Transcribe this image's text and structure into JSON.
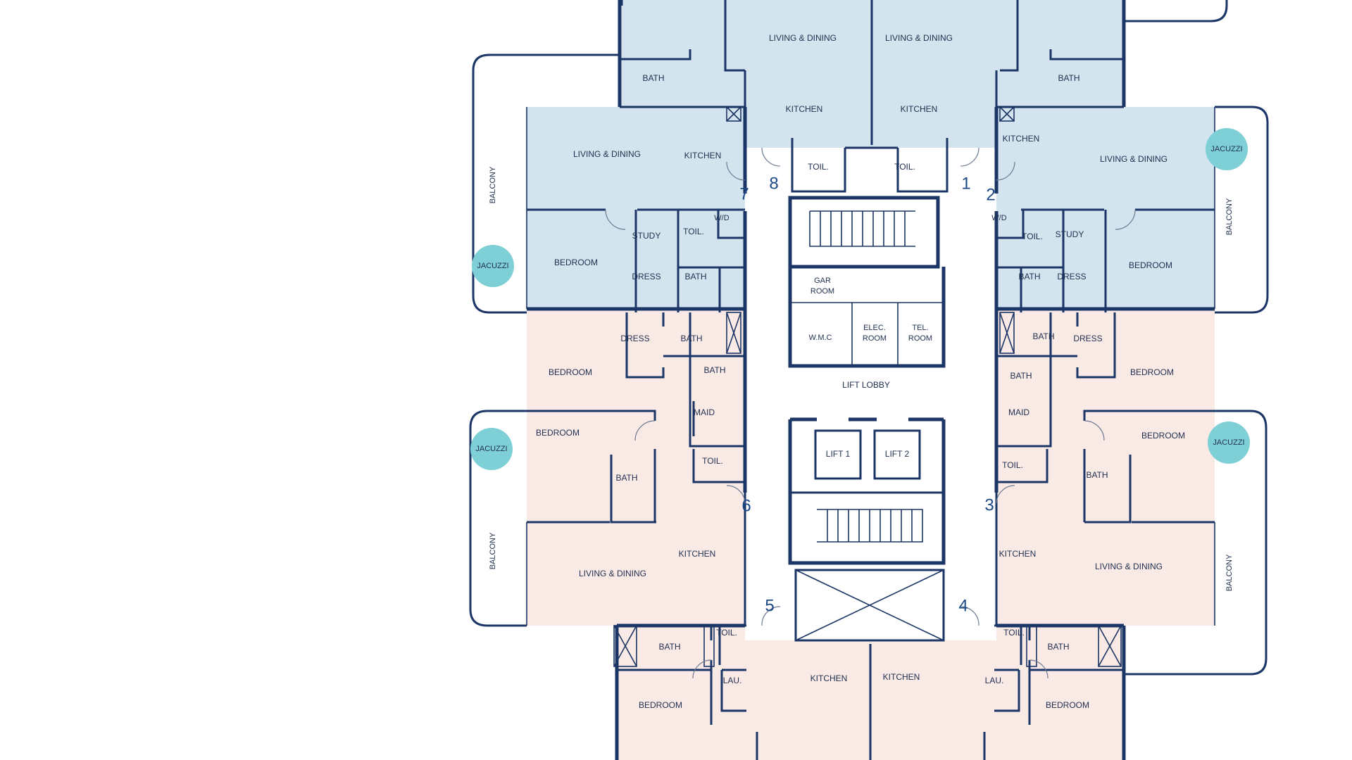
{
  "plan": {
    "colors": {
      "blue_units": "#d3e4ee",
      "pink_units": "#faeae6",
      "wall": "#1b3566",
      "jacuzzi": "#7ecfd6",
      "unit_number": "#1d4a86"
    },
    "labels": {
      "living_dining": "LIVING & DINING",
      "kitchen": "KITCHEN",
      "bath": "BATH",
      "bedroom": "BEDROOM",
      "toil": "TOIL.",
      "study": "STUDY",
      "dress": "DRESS",
      "wd": "W/D",
      "maid": "MAID",
      "lau": "LAU.",
      "balcony": "BALCONY",
      "jacuzzi": "JACUZZI",
      "gar_room_1": "GAR",
      "gar_room_2": "ROOM",
      "wmc": "W.M.C",
      "elec_1": "ELEC.",
      "elec_2": "ROOM",
      "tel_1": "TEL.",
      "tel_2": "ROOM",
      "lift_lobby": "LIFT LOBBY",
      "lift_1": "LIFT 1",
      "lift_2": "LIFT 2"
    },
    "unit_numbers": [
      "1",
      "2",
      "3",
      "4",
      "5",
      "6",
      "7",
      "8"
    ]
  }
}
